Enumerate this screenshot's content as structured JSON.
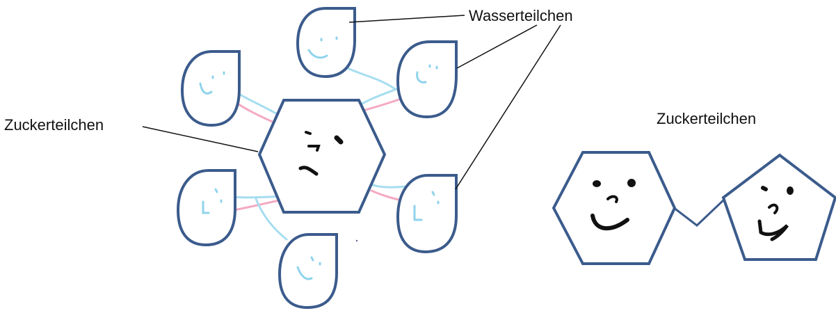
{
  "labels": {
    "water_particles": "Wasserteilchen",
    "sugar_particle_left": "Zuckerteilchen",
    "sugar_particle_right": "Zuckerteilchen"
  },
  "colors": {
    "outline": "#3b5b8c",
    "bond_blue": "#a6ddf0",
    "bond_pink": "#f4a9c2",
    "water_face": "#8fd3ec",
    "sugar_face": "#111111",
    "leader_line": "#111111"
  },
  "icons": {
    "water_particle": "water-drop-icon",
    "sugar_hexagon": "hexagon-icon",
    "sugar_pentagon": "pentagon-icon"
  }
}
